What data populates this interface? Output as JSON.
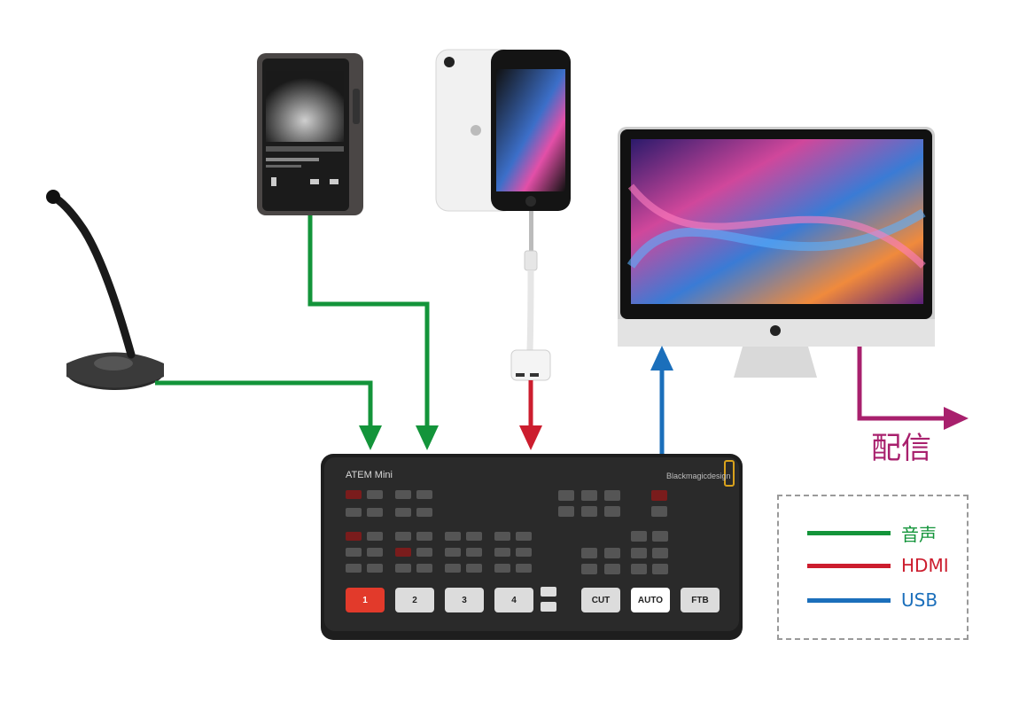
{
  "legend": {
    "items": [
      {
        "label": "音声",
        "color": "#13943a"
      },
      {
        "label": "HDMI",
        "color": "#cc1d2e"
      },
      {
        "label": "USB",
        "color": "#1b6fbb"
      }
    ]
  },
  "stream_label": "配信",
  "stream_color": "#a8206d",
  "atem": {
    "title": "ATEM Mini",
    "brand": "Blackmagicdesign",
    "buttons": [
      "1",
      "2",
      "3",
      "4",
      "CUT",
      "AUTO",
      "FTB"
    ]
  }
}
